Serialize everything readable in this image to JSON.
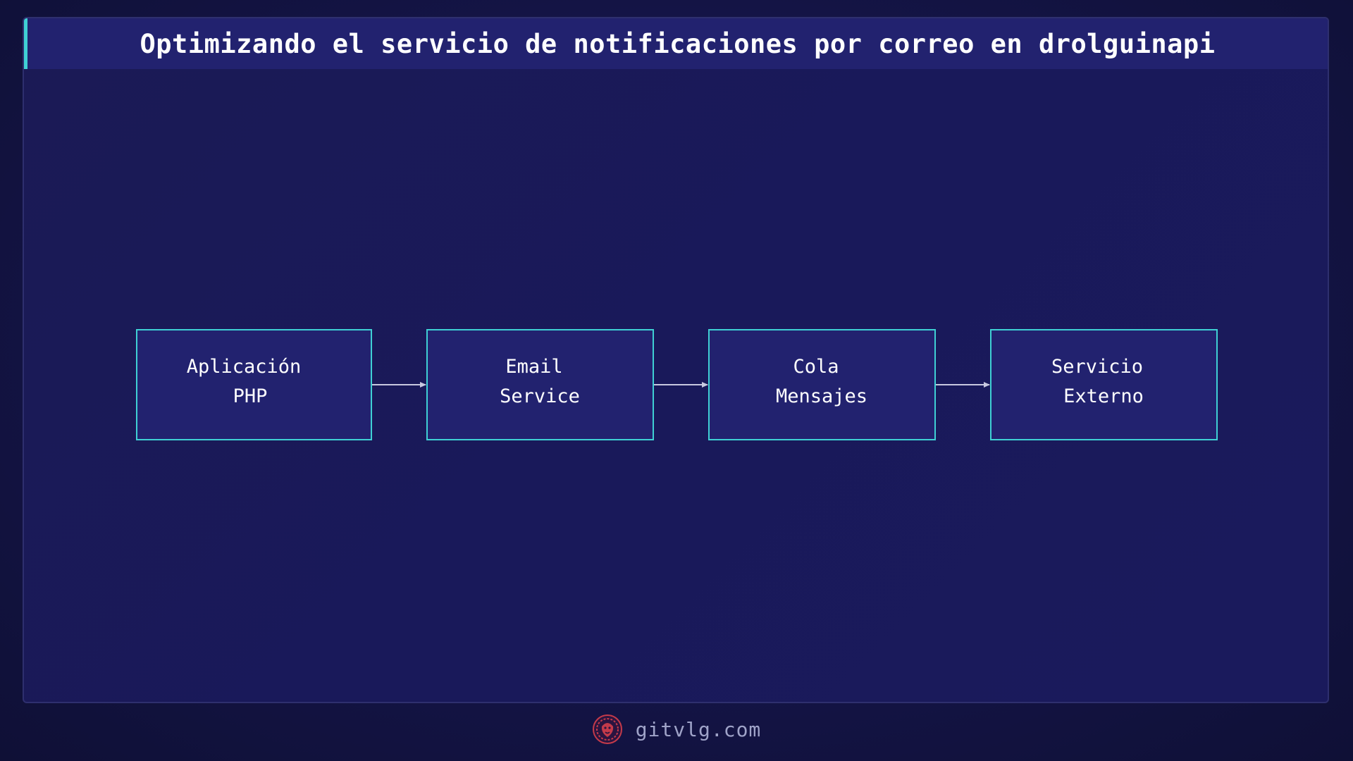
{
  "title": "Optimizando el servicio de notificaciones por correo en drolguinapi",
  "diagram": {
    "nodes": [
      {
        "id": "app",
        "lines": [
          "Aplicación",
          "PHP"
        ]
      },
      {
        "id": "email",
        "lines": [
          "Email",
          "Service"
        ]
      },
      {
        "id": "queue",
        "lines": [
          "Cola",
          "Mensajes"
        ]
      },
      {
        "id": "external",
        "lines": [
          "Servicio",
          "Externo"
        ]
      }
    ],
    "edges": [
      {
        "from": "app",
        "to": "email"
      },
      {
        "from": "email",
        "to": "queue"
      },
      {
        "from": "queue",
        "to": "external"
      }
    ]
  },
  "footer": {
    "site": "gitvlg.com",
    "logo_icon": "lion-logo-icon"
  },
  "colors": {
    "accent": "#3fd0d4",
    "node_fill": "#22226f",
    "node_border": "#3fd0d4",
    "arrow": "#c8c9e0",
    "logo": "#c43a4a"
  }
}
